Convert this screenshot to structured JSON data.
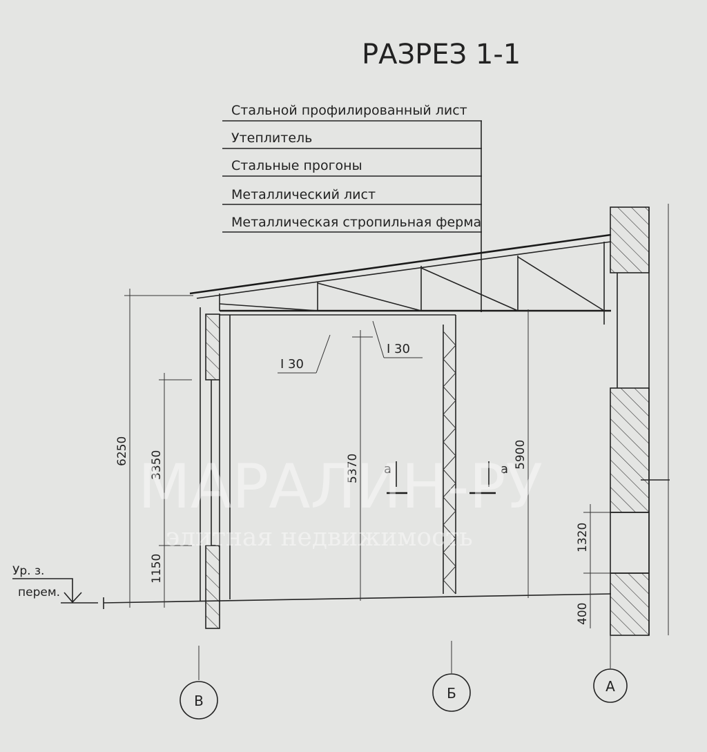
{
  "title": "РАЗРЕЗ 1-1",
  "layers": [
    "Стальной профилированный лист",
    "Утеплитель",
    "Стальные прогоны",
    "Металлический лист",
    "Металлическая стропильная ферма"
  ],
  "beams": [
    "I 30",
    "I 30"
  ],
  "dimensions": {
    "d6250": "6250",
    "d3350": "3350",
    "d1150": "1150",
    "d5370": "5370",
    "d5900": "5900",
    "d1320": "1320",
    "d400": "400"
  },
  "level": {
    "line1": "Ур. з.",
    "line2": "перем."
  },
  "section_marks": [
    "а",
    "а"
  ],
  "axes": [
    "В",
    "Б",
    "А"
  ],
  "watermark": {
    "brand": "МАРАЛИН-РУ",
    "tagline": "элитная недвижимость"
  },
  "colors": {
    "paper": "#e4e5e3",
    "ink": "#222222"
  }
}
